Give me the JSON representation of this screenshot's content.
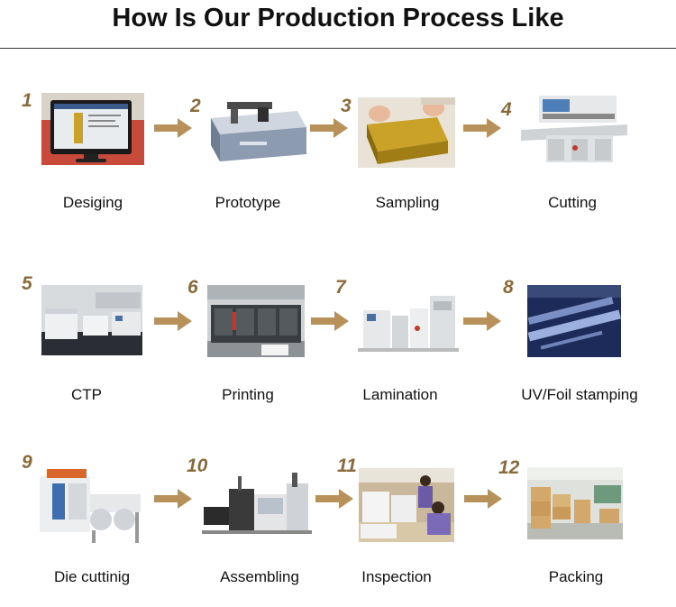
{
  "title": "How Is Our Production Process Like",
  "colors": {
    "number": "#8a6a3a",
    "arrow": "#b8905a"
  },
  "steps": [
    {
      "number": "1",
      "label": "Desiging",
      "icon": "computer-monitor-photo"
    },
    {
      "number": "2",
      "label": "Prototype",
      "icon": "cutting-plotter-photo"
    },
    {
      "number": "3",
      "label": "Sampling",
      "icon": "gold-box-photo"
    },
    {
      "number": "4",
      "label": "Cutting",
      "icon": "paper-cutter-photo"
    },
    {
      "number": "5",
      "label": "CTP",
      "icon": "ctp-machines-photo"
    },
    {
      "number": "6",
      "label": "Printing",
      "icon": "printing-press-photo"
    },
    {
      "number": "7",
      "label": "Lamination",
      "icon": "lamination-machine-photo"
    },
    {
      "number": "8",
      "label": "UV/Foil stamping",
      "icon": "foil-stamping-photo"
    },
    {
      "number": "9",
      "label": "Die cuttinig",
      "icon": "die-cutter-photo"
    },
    {
      "number": "10",
      "label": "Assembling",
      "icon": "assembly-machine-photo"
    },
    {
      "number": "11",
      "label": "Inspection",
      "icon": "inspection-workers-photo"
    },
    {
      "number": "12",
      "label": "Packing",
      "icon": "warehouse-boxes-photo"
    }
  ]
}
